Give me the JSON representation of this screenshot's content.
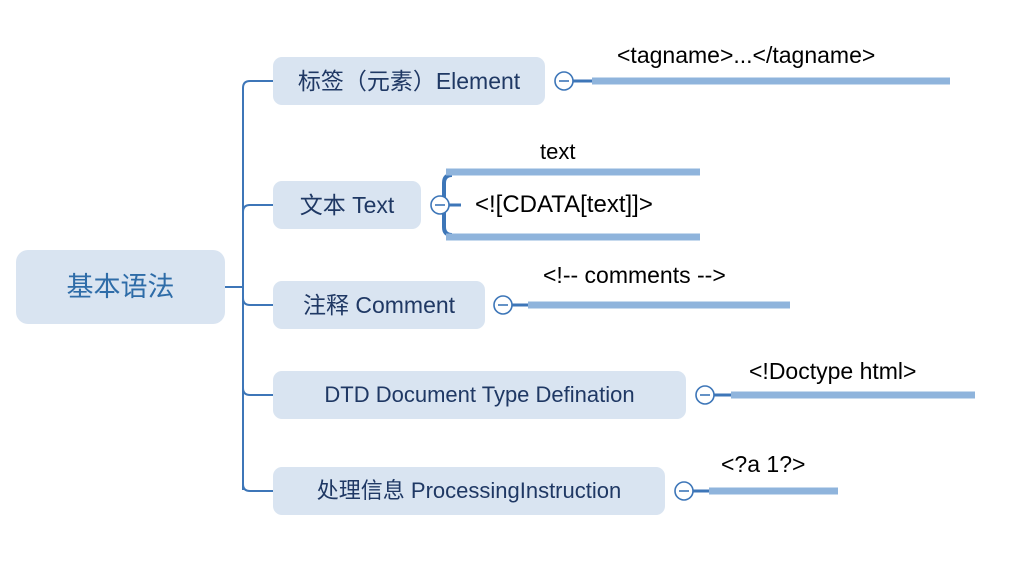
{
  "diagram": {
    "type": "mind-map",
    "title": "基本语法",
    "root": {
      "label": "基本语法"
    },
    "branches": [
      {
        "label": "标签（元素）Element",
        "toggle_icon": "circle-minus-icon",
        "leaves": [
          "<tagname>...</tagname>"
        ]
      },
      {
        "label": "文本 Text",
        "toggle_icon": "circle-minus-icon",
        "leaves": [
          "text",
          "<![CDATA[text]]>"
        ]
      },
      {
        "label": "注释 Comment",
        "toggle_icon": "circle-minus-icon",
        "leaves": [
          "<!-- comments -->"
        ]
      },
      {
        "label": "DTD Document Type Defination",
        "toggle_icon": "circle-minus-icon",
        "leaves": [
          "<!Doctype html>"
        ]
      },
      {
        "label": "处理信息 ProcessingInstruction",
        "toggle_icon": "circle-minus-icon",
        "leaves": [
          "<?a 1?>"
        ]
      }
    ]
  },
  "colors": {
    "node_fill": "#d9e4f1",
    "node_text": "#1f3864",
    "root_text": "#2e6ca8",
    "branch_line": "#3d76b8",
    "leaf_bar": "#8fb4dc",
    "leaf_text": "#000000",
    "background": "#ffffff"
  }
}
